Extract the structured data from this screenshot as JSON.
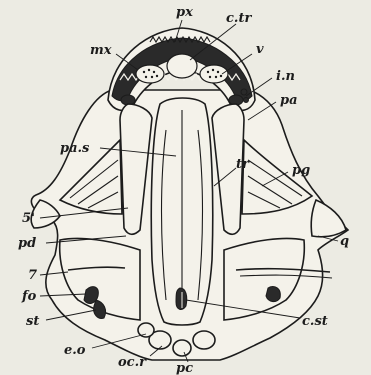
{
  "figure": {
    "labels": {
      "px": "px",
      "ctr": "c.tr",
      "mx": "mx",
      "v": "v",
      "in": "i.n",
      "pa": "pa",
      "pas": "pa.s",
      "tr": "tr",
      "pg": "pg",
      "five": "5'",
      "pd": "pd",
      "q": "q",
      "seven": "7",
      "fo": "fo",
      "st": "st",
      "cst": "c.st",
      "eo": "e.o",
      "ocr": "oc.r",
      "pc": "pc"
    }
  }
}
